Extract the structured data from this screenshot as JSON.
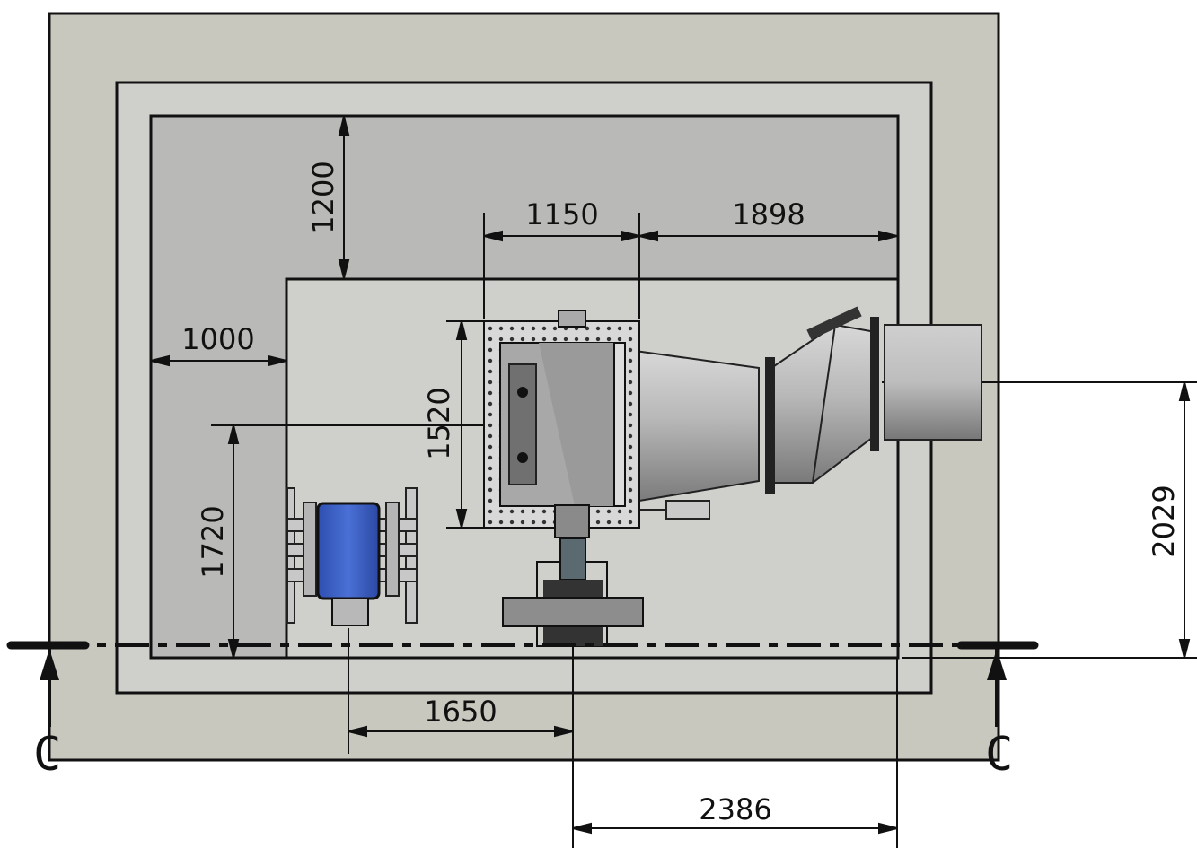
{
  "drawing": {
    "dimensions": {
      "d1200": "1200",
      "d1150": "1150",
      "d1898": "1898",
      "d1000": "1000",
      "d1520": "1520",
      "d1720": "1720",
      "d2029": "2029",
      "d1650": "1650",
      "d2386": "2386"
    },
    "section_marker": {
      "left": "C",
      "right": "C"
    },
    "colors": {
      "outer_slab": "#c9c8bf",
      "floor": "#cfcfcb",
      "pit": "#b9b9b7",
      "motor": "#3f63c8",
      "line": "#111111"
    }
  }
}
